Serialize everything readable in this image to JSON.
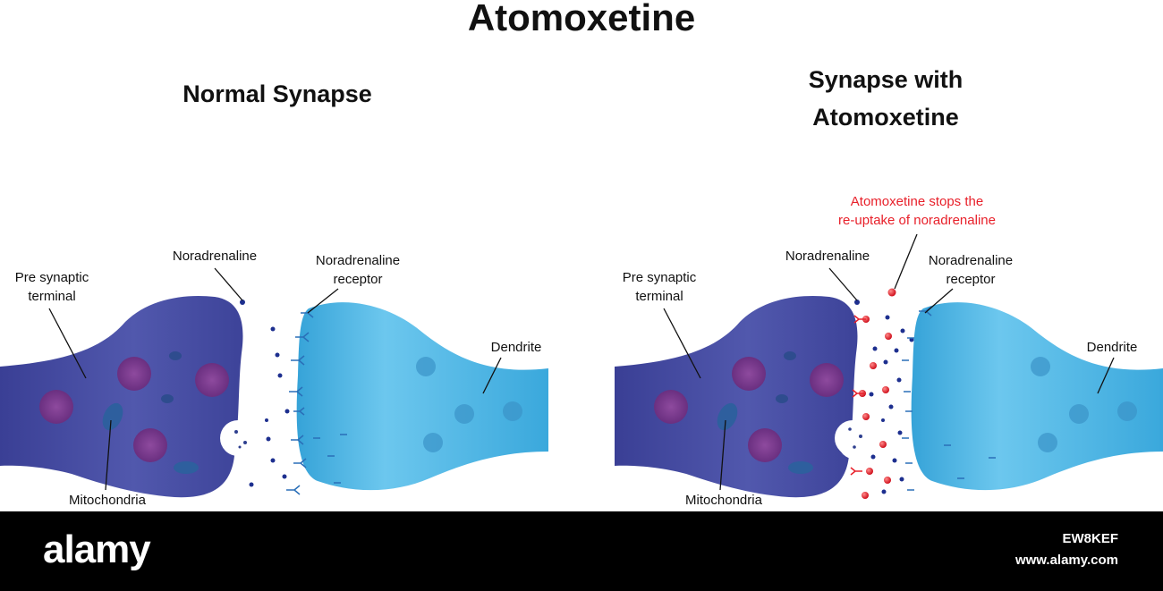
{
  "title": "Atomoxetine",
  "left_panel": {
    "title": "Normal Synapse",
    "labels": {
      "pre_synaptic": [
        "Pre synaptic",
        "terminal"
      ],
      "noradrenaline": "Noradrenaline",
      "receptor": [
        "Noradrenaline",
        "receptor"
      ],
      "dendrite": "Dendrite",
      "mitochondria": "Mitochondria"
    }
  },
  "right_panel": {
    "title": [
      "Synapse with",
      "Atomoxetine"
    ],
    "annotation": [
      "Atomoxetine stops the",
      "re-uptake of noradrenaline"
    ],
    "labels": {
      "pre_synaptic": [
        "Pre synaptic",
        "terminal"
      ],
      "noradrenaline": "Noradrenaline",
      "receptor": [
        "Noradrenaline",
        "receptor"
      ],
      "dendrite": "Dendrite",
      "mitochondria": "Mitochondria"
    }
  },
  "colors": {
    "presynaptic": "#4a4fa6",
    "dendrite": "#4fb5e3",
    "vesicle": "#7a3d8e",
    "noradrenaline": "#1d2f8f",
    "atomoxetine": "#e8202a",
    "annotation": "#e8202a"
  },
  "watermark": {
    "logo": "alamy",
    "image_id": "EW8KEF",
    "url": "www.alamy.com"
  }
}
